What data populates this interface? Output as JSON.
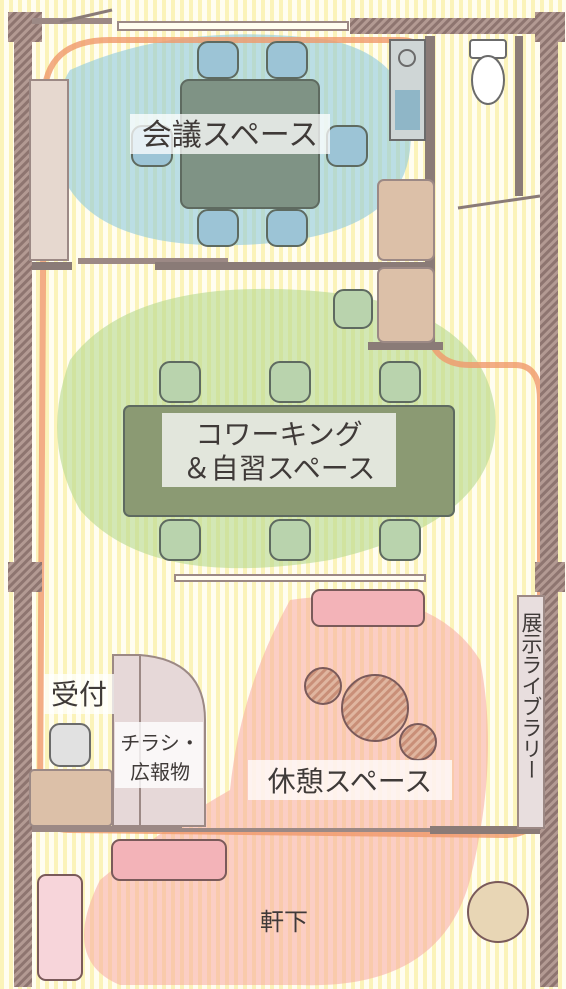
{
  "rooms": {
    "meeting": "会議スペース",
    "coworking_line1": "コワーキング",
    "coworking_line2": "＆自習スペース",
    "reception": "受付",
    "flyers_line1": "チラシ・",
    "flyers_line2": "広報物",
    "lounge": "休憩スペース",
    "exhibit_library": "展示ライブラリー",
    "eaves": "軒下"
  },
  "colors": {
    "meeting_zone": "#8ec9dc",
    "coworking_zone": "#b5d98e",
    "lounge_zone": "#f7a8a0",
    "circulation_path": "#f0996b",
    "wall": "#8a7b77",
    "table": "#8b9a73",
    "chair_blue": "#9cc4d6",
    "chair_green": "#b9d3ad",
    "sofa_pink": "#f3b3b8",
    "wood": "#d9a88e",
    "floor_stripe": "#fbf3b9"
  }
}
